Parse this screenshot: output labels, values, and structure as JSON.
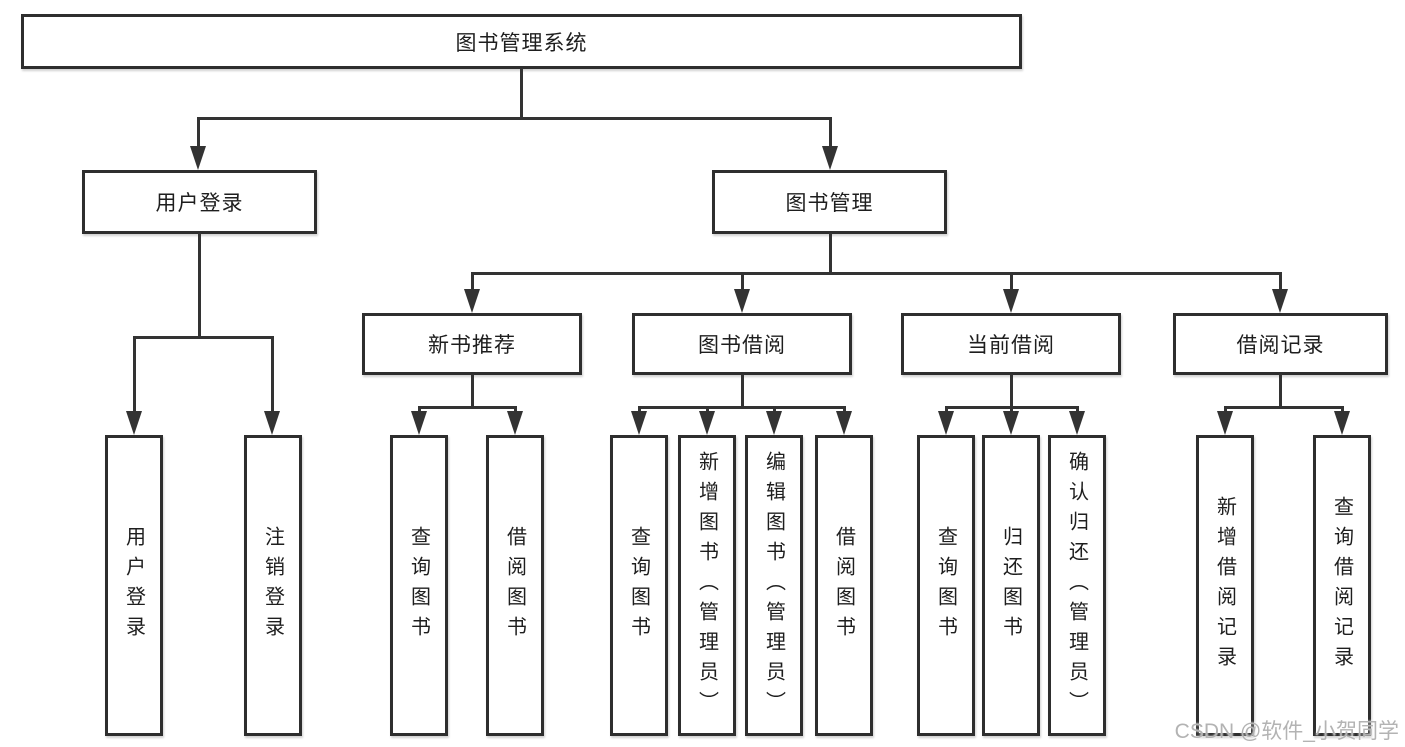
{
  "tree": {
    "root": {
      "label": "图书管理系统",
      "children": [
        {
          "label": "用户登录",
          "children": [
            {
              "label": "用户登录"
            },
            {
              "label": "注销登录"
            }
          ]
        },
        {
          "label": "图书管理",
          "children": [
            {
              "label": "新书推荐",
              "children": [
                {
                  "label": "查询图书"
                },
                {
                  "label": "借阅图书"
                }
              ]
            },
            {
              "label": "图书借阅",
              "children": [
                {
                  "label": "查询图书"
                },
                {
                  "label": "新增图书（管理员）"
                },
                {
                  "label": "编辑图书（管理员）"
                },
                {
                  "label": "借阅图书"
                }
              ]
            },
            {
              "label": "当前借阅",
              "children": [
                {
                  "label": "查询图书"
                },
                {
                  "label": "归还图书"
                },
                {
                  "label": "确认归还（管理员）"
                }
              ]
            },
            {
              "label": "借阅记录",
              "children": [
                {
                  "label": "新增借阅记录"
                },
                {
                  "label": "查询借阅记录"
                }
              ]
            }
          ]
        }
      ]
    }
  },
  "watermark": {
    "text": "CSDN @软件_小贺同学"
  },
  "colors": {
    "line": "#333333",
    "box_border": "#2e2e2e",
    "text": "#1e1e1e",
    "background": "#ffffff",
    "watermark": "#b3b3b3"
  }
}
